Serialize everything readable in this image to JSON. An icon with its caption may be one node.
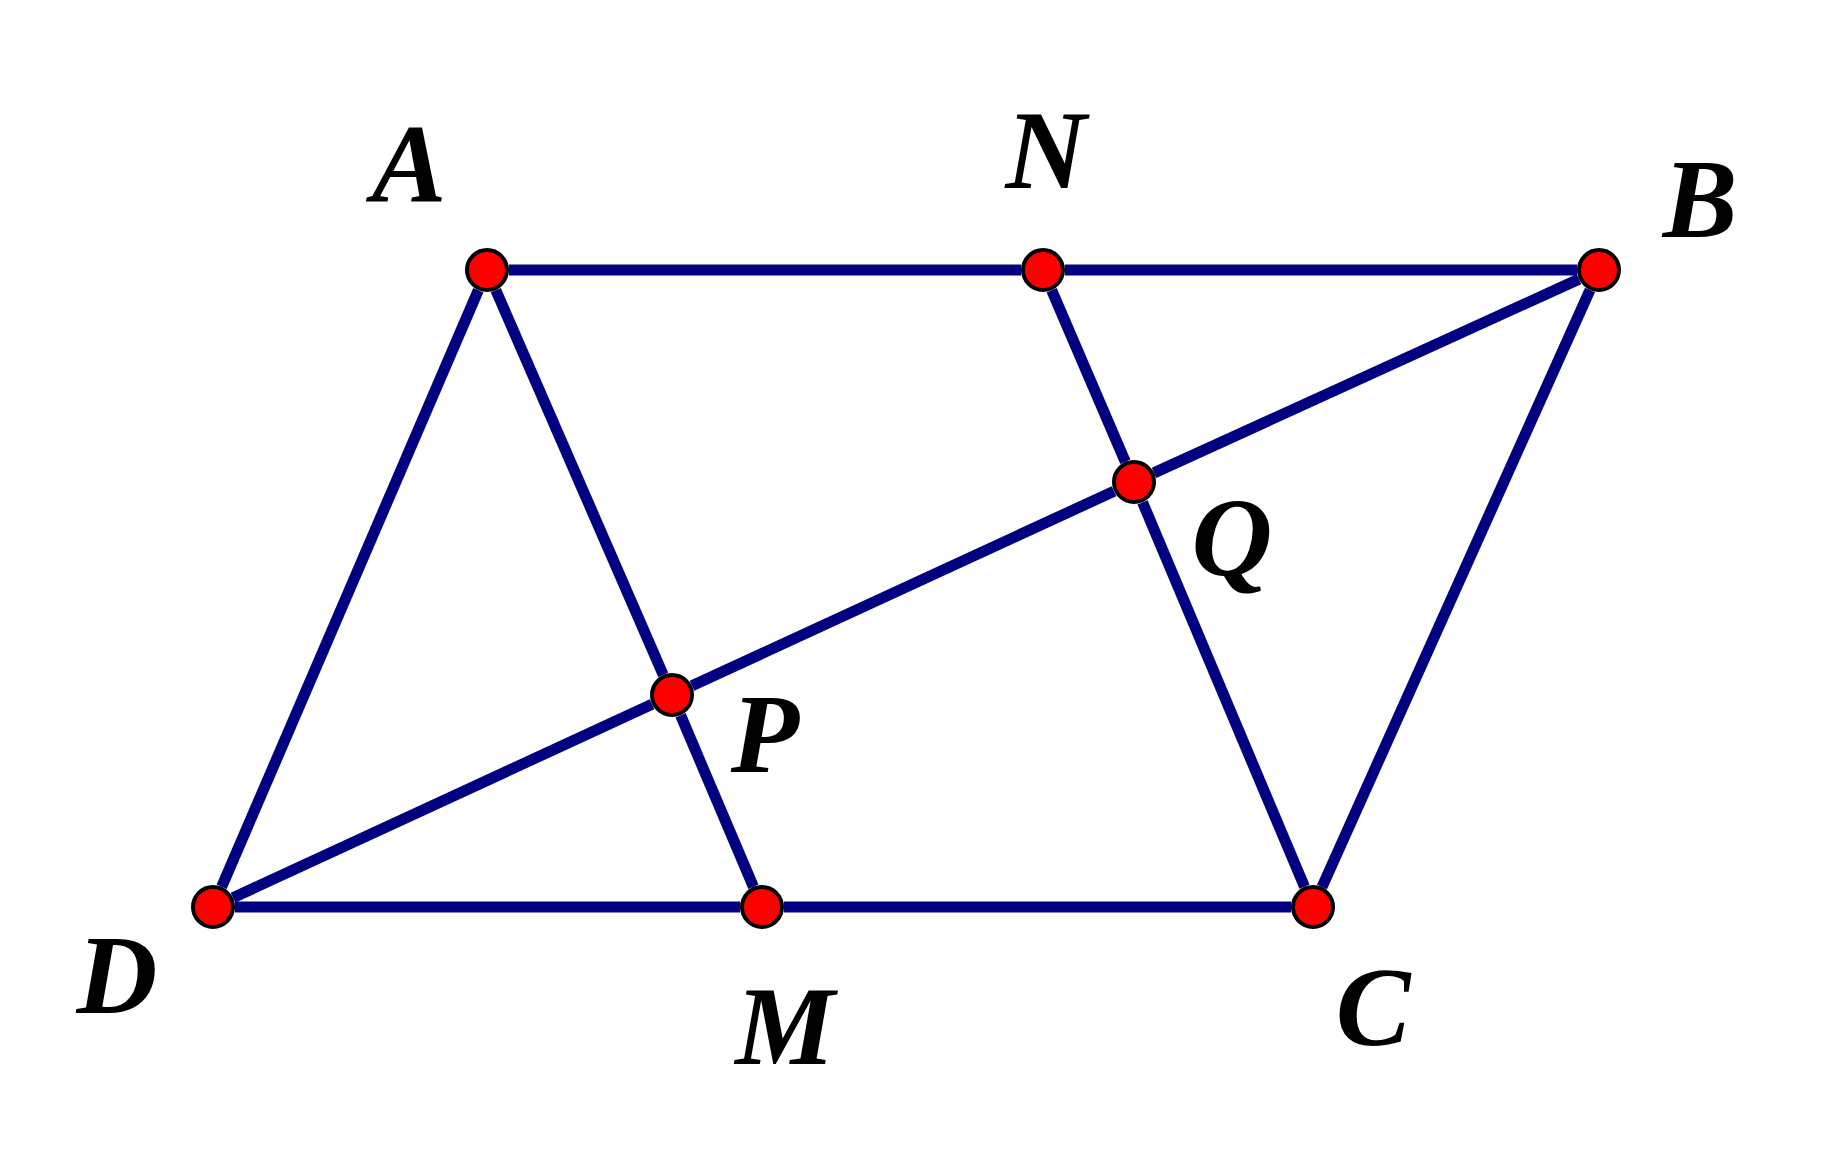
{
  "diagram": {
    "nodes": [
      {
        "text": [
          "A"
        ]
      },
      {
        "text": [
          "N"
        ]
      },
      {
        "text": [
          "B"
        ]
      },
      {
        "text": [
          "Q"
        ]
      },
      {
        "text": [
          "P"
        ]
      },
      {
        "text": [
          "D"
        ]
      },
      {
        "text": [
          "M"
        ]
      },
      {
        "text": [
          "C"
        ]
      }
    ],
    "edges": [
      {
        "from": 0,
        "to": 1,
        "arrow": "none"
      },
      {
        "from": 1,
        "to": 2,
        "arrow": "none"
      },
      {
        "from": 0,
        "to": 5,
        "arrow": "none"
      },
      {
        "from": 2,
        "to": 7,
        "arrow": "none"
      },
      {
        "from": 5,
        "to": 6,
        "arrow": "none"
      },
      {
        "from": 6,
        "to": 7,
        "arrow": "none"
      },
      {
        "from": 0,
        "to": 4,
        "arrow": "none"
      },
      {
        "from": 4,
        "to": 6,
        "arrow": "none"
      },
      {
        "from": 1,
        "to": 3,
        "arrow": "none"
      },
      {
        "from": 3,
        "to": 7,
        "arrow": "none"
      },
      {
        "from": 5,
        "to": 4,
        "arrow": "none"
      },
      {
        "from": 4,
        "to": 3,
        "arrow": "none"
      },
      {
        "from": 3,
        "to": 2,
        "arrow": "none"
      }
    ]
  }
}
